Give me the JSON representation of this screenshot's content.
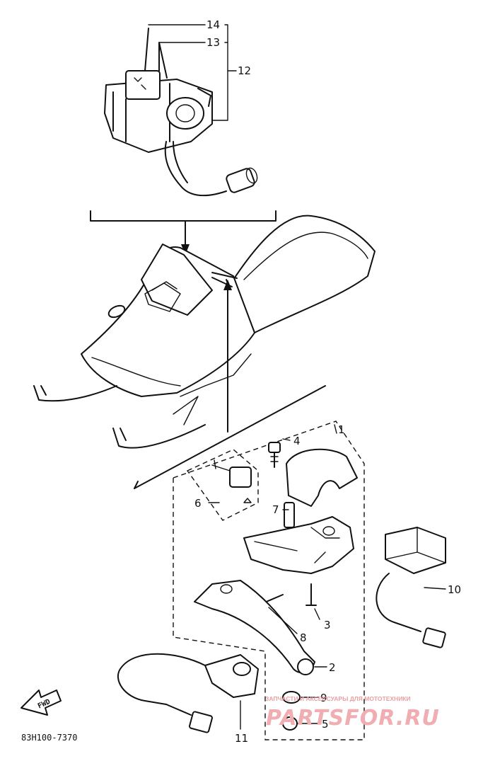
{
  "diagram": {
    "drawing_code": "83H100-7370",
    "direction_label": "FWD",
    "callouts": [
      {
        "id": "14",
        "text": "14"
      },
      {
        "id": "13",
        "text": "13"
      },
      {
        "id": "12",
        "text": "12"
      },
      {
        "id": "1",
        "text": "1"
      },
      {
        "id": "4",
        "text": "4"
      },
      {
        "id": "6",
        "text": "6"
      },
      {
        "id": "7",
        "text": "7"
      },
      {
        "id": "10",
        "text": "10"
      },
      {
        "id": "3",
        "text": "3"
      },
      {
        "id": "8",
        "text": "8"
      },
      {
        "id": "2",
        "text": "2"
      },
      {
        "id": "9",
        "text": "9"
      },
      {
        "id": "5",
        "text": "5"
      },
      {
        "id": "11",
        "text": "11"
      }
    ]
  },
  "watermark": {
    "tagline": "ЗАПЧАСТИ И АКСЕССУАРЫ ДЛЯ МОТОТЕХНИКИ",
    "brand": "PARTSFOR.RU"
  }
}
